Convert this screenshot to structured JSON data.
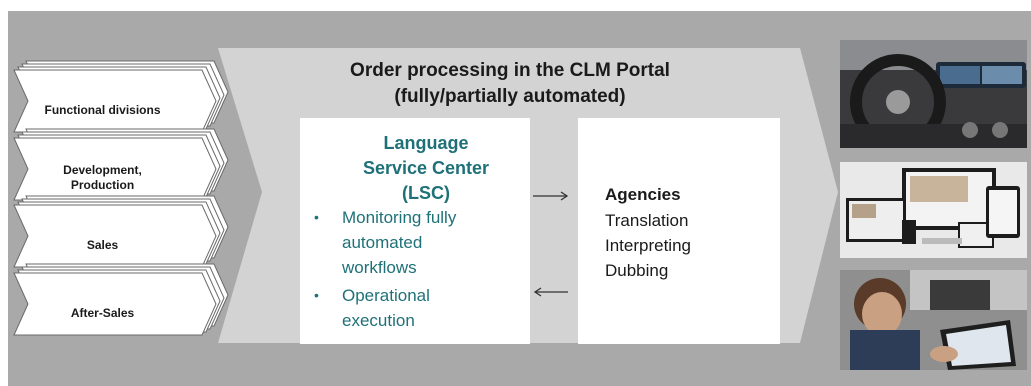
{
  "sources": [
    {
      "label": "Functional divisions"
    },
    {
      "label": "Development,\nProduction"
    },
    {
      "label": "Sales"
    },
    {
      "label": "After-Sales"
    }
  ],
  "portal": {
    "title_line1": "Order processing in the CLM Portal",
    "title_line2": "(fully/partially automated)"
  },
  "lsc": {
    "title_line1": "Language",
    "title_line2": "Service Center",
    "title_line3": "(LSC)",
    "bullet1_line1": "Monitoring fully",
    "bullet1_line2": "automated",
    "bullet1_line3": "workflows",
    "bullet2_line1": "Operational",
    "bullet2_line2": "execution",
    "bullet_symbol": "•"
  },
  "agencies": {
    "title": "Agencies",
    "services": [
      "Translation",
      "Interpreting",
      "Dubbing"
    ]
  },
  "colors": {
    "background": "#a9a9a9",
    "lsc_text": "#1f7178",
    "panel": "#ffffff"
  },
  "images": [
    {
      "name": "car-interior-photo"
    },
    {
      "name": "devices-photo"
    },
    {
      "name": "tablet-user-photo"
    }
  ]
}
